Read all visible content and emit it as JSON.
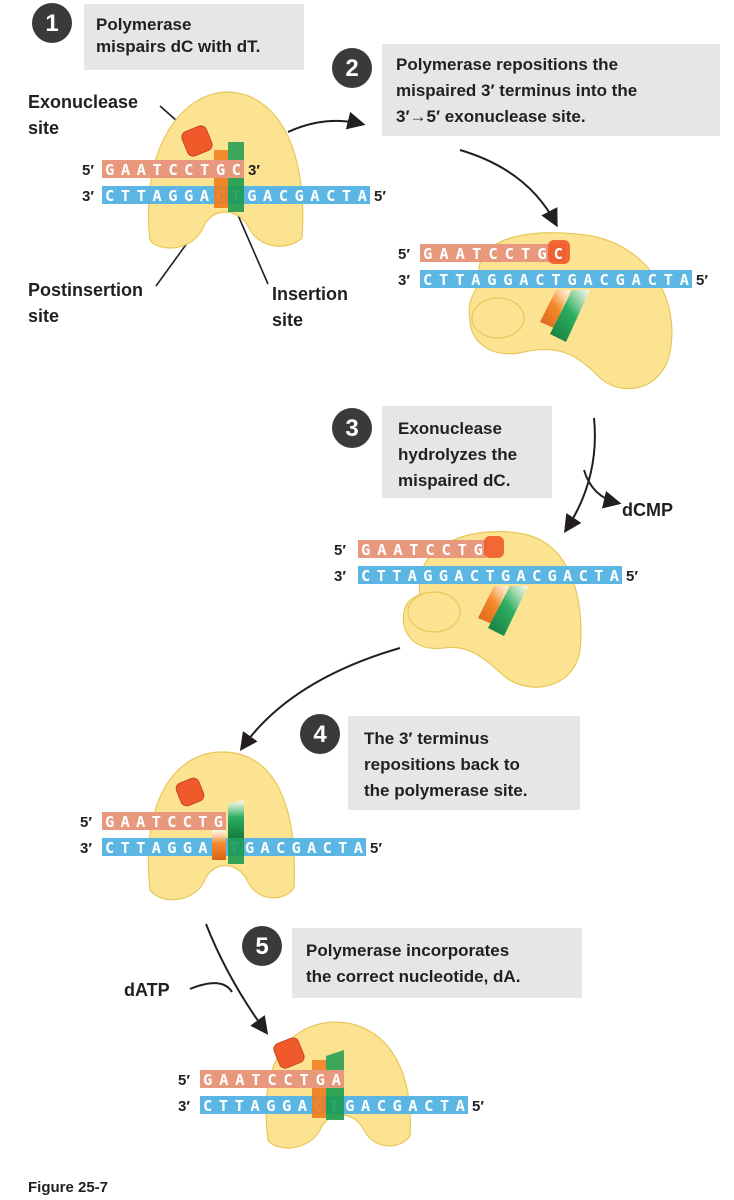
{
  "steps": [
    {
      "number": "1",
      "lines": [
        "Polymerase",
        "mispairs dC with dT."
      ]
    },
    {
      "number": "2",
      "lines": [
        "Polymerase repositions the",
        "mispaired 3′ terminus into the",
        "3′→5′ exonuclease site."
      ]
    },
    {
      "number": "3",
      "lines": [
        "Exonuclease",
        "hydrolyzes the",
        "mispaired dC."
      ]
    },
    {
      "number": "4",
      "lines": [
        "The 3′ terminus",
        "repositions back to",
        "the polymerase site."
      ]
    },
    {
      "number": "5",
      "lines": [
        "Polymerase incorporates",
        "the correct nucleotide, dA."
      ]
    }
  ],
  "labels": {
    "exonuclease_site": [
      "Exonuclease",
      "site"
    ],
    "postinsertion_site": [
      "Postinsertion",
      "site"
    ],
    "insertion_site": [
      "Insertion",
      "site"
    ],
    "dcmp": "dCMP",
    "datp": "dATP",
    "figure": "Figure 25-7"
  },
  "strands": {
    "five_prime": "5′",
    "three_prime": "3′",
    "top_step1": "GAATCCTGC",
    "top_step2": "GAATCCTGC",
    "top_step3": "GAATCCTG",
    "top_step4": "GAATCCTG",
    "top_step5": "GAATCCTGA",
    "bottom": "CTTAGGACTGACGACTA"
  },
  "colors": {
    "protein": "#fbe392",
    "protein_edge": "#e8c75a",
    "top_strand": "#e8987d",
    "bottom_strand": "#5bb6e3",
    "exo_site": "#f05a2a",
    "insertion": "#1b9b50",
    "postinsertion": "#f07b1e",
    "step_box": "#e6e6e6",
    "step_circle": "#3a3a3a"
  }
}
